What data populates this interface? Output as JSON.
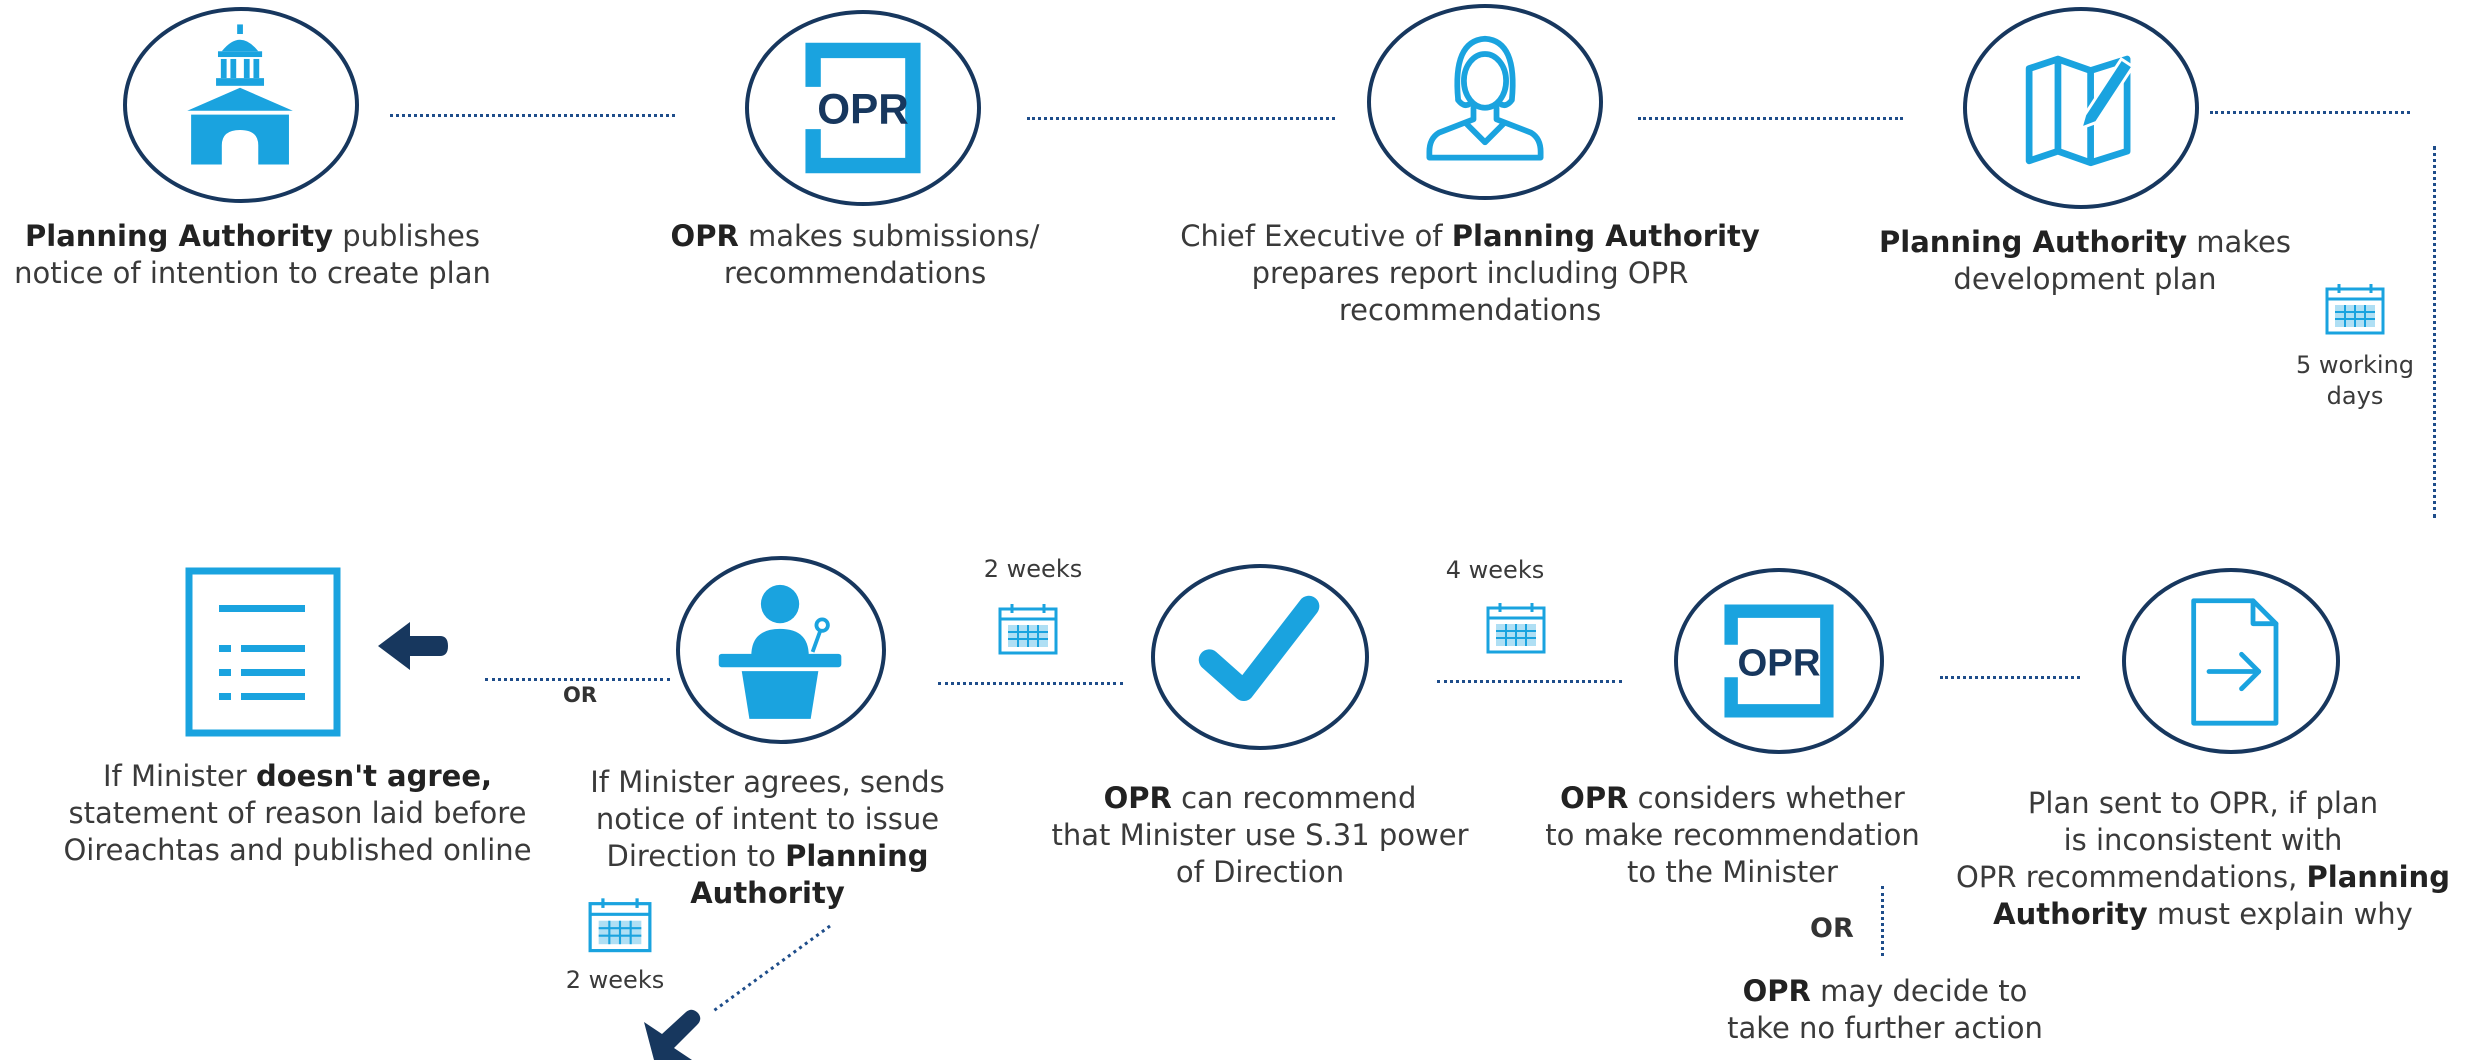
{
  "steps": {
    "s1": {
      "bold": "Planning Authority",
      "rest1": " publishes",
      "rest2": "notice of intention to create plan"
    },
    "s2": {
      "bold": "OPR",
      "rest1": " makes submissions/",
      "rest2": "recommendations",
      "logo": "OPR"
    },
    "s3": {
      "line1": "Chief Executive of ",
      "bold": "Planning Authority",
      "line2": "prepares report including OPR",
      "line3": "recommendations"
    },
    "s4": {
      "bold": "Planning Authority",
      "rest1": " makes",
      "rest2": "development plan"
    },
    "s5": {
      "line1": "Plan sent to OPR, if plan",
      "line2": "is inconsistent with",
      "line3a": "OPR recommendations, ",
      "bold1": "Planning",
      "bold2": "Authority",
      "line4": " must explain why"
    },
    "s6": {
      "bold": "OPR",
      "rest1": " considers whether",
      "line2": "to make recommendation",
      "line3": "to the Minister",
      "logo": "OPR"
    },
    "s6b": {
      "bold": "OPR",
      "rest1": " may decide to",
      "line2": "take no further action"
    },
    "s7": {
      "bold": "OPR",
      "rest1": " can recommend",
      "line2": "that Minister use S.31 power",
      "line3": "of Direction"
    },
    "s8": {
      "line1": "If Minister agrees, sends",
      "line2": "notice of intent to issue",
      "line3": "Direction to ",
      "bold1": "Planning",
      "bold2": "Authority"
    },
    "s9": {
      "line1": "If Minister ",
      "bold": "doesn't agree,",
      "line2": "statement of reason laid before",
      "line3": "Oireachtas and published online"
    }
  },
  "durations": {
    "d1a": "5 working",
    "d1b": "days",
    "d2": "4 weeks",
    "d3": "2 weeks",
    "d4": "2 weeks"
  },
  "or_labels": {
    "or1": "OR",
    "or2": "OR"
  },
  "icons": {
    "s1": "government-building-icon",
    "s2": "opr-logo-icon",
    "s3": "chief-executive-person-icon",
    "s4": "map-edit-icon",
    "s5": "document-send-icon",
    "s6": "opr-logo-icon",
    "s7": "checkmark-icon",
    "s8": "minister-podium-icon",
    "s9": "list-document-icon"
  },
  "colors": {
    "icon_blue": "#1aa3df",
    "navy": "#17375e",
    "text": "#333333"
  }
}
